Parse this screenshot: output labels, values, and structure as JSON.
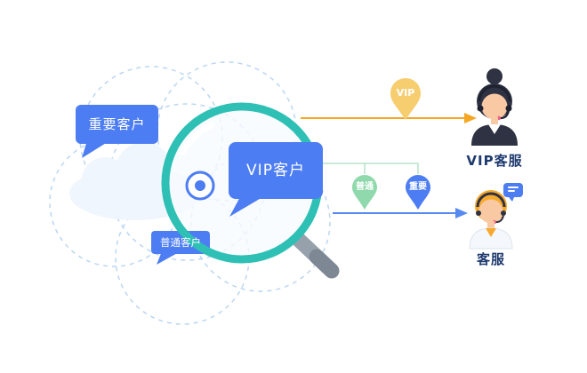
{
  "diagram": {
    "bubbles": {
      "important": "重要客户",
      "vip": "VIP客户",
      "normal": "普通客户"
    },
    "pins": {
      "vip": "VIP",
      "normal": "普通",
      "important": "重要"
    },
    "agents": {
      "vip_label": "VIP客服",
      "normal_label": "客服"
    },
    "colors": {
      "bubble_blue": "#4d7df2",
      "magnifier_teal": "#2fc0b5",
      "arrow_orange": "#f5a623",
      "arrow_blue": "#5589f0",
      "pin_vip": "#f6cd6f",
      "pin_normal": "#8fd9ac",
      "pin_important": "#4d7df2",
      "label_navy": "#1e3a6e",
      "dashed_circle": "#bcd6f2",
      "connector_green": "#b5e3c8"
    }
  }
}
